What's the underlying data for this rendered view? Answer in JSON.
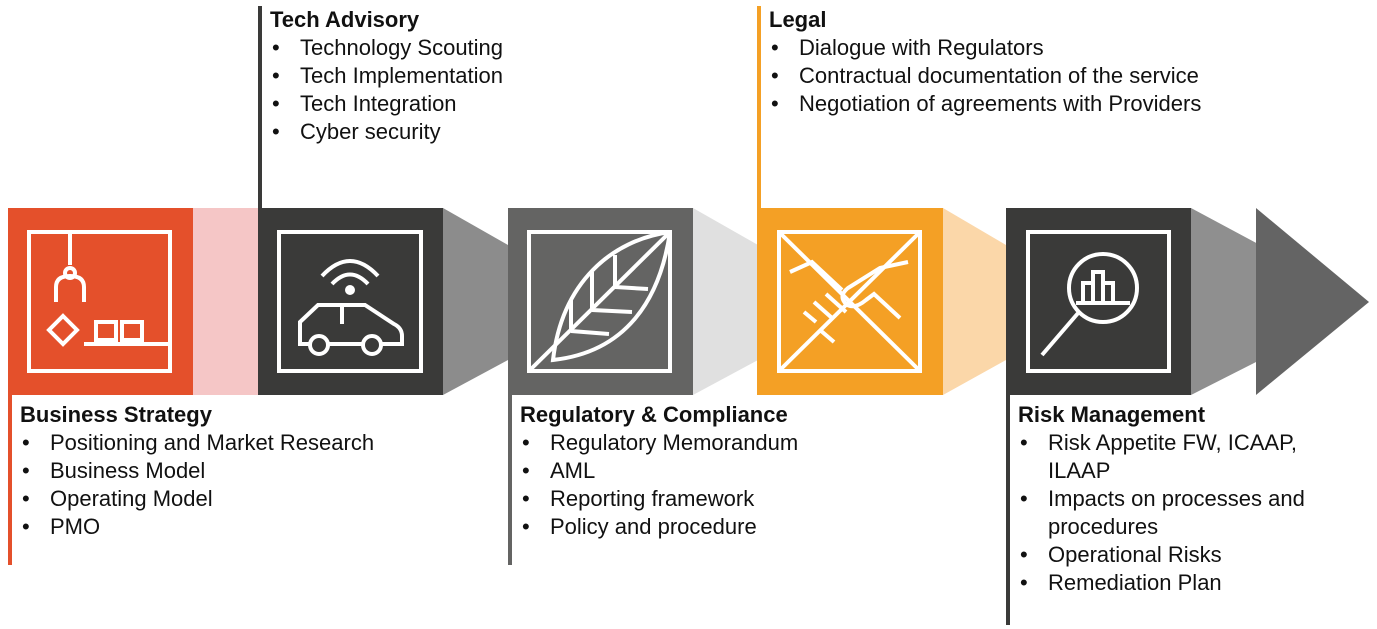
{
  "colors": {
    "orange_red": "#e4502b",
    "dark_gray": "#3a3a39",
    "mid_gray": "#646463",
    "orange": "#f4a025",
    "connector_pink": "#f5c6c6",
    "connector_gray": "#8c8c8c",
    "connector_light": "#e0e0e0",
    "connector_peach": "#fbd7a9",
    "arrow_gray": "#8f8f8f",
    "arrow_dark": "#646464"
  },
  "steps": [
    {
      "icon": "factory-robot-arm-icon",
      "color": "orange_red"
    },
    {
      "icon": "connected-car-icon",
      "color": "dark_gray"
    },
    {
      "icon": "leaf-icon",
      "color": "mid_gray"
    },
    {
      "icon": "handshake-icon",
      "color": "orange"
    },
    {
      "icon": "magnifier-chart-icon",
      "color": "dark_gray"
    }
  ],
  "sections": {
    "business_strategy": {
      "title": "Business Strategy",
      "items": [
        "Positioning and Market Research",
        "Business Model",
        "Operating Model",
        "PMO"
      ]
    },
    "tech_advisory": {
      "title": "Tech Advisory",
      "items": [
        "Technology Scouting",
        "Tech Implementation",
        "Tech Integration",
        "Cyber security"
      ]
    },
    "regulatory_compliance": {
      "title": "Regulatory & Compliance",
      "items": [
        "Regulatory Memorandum",
        "AML",
        "Reporting framework",
        "Policy and procedure"
      ]
    },
    "legal": {
      "title": "Legal",
      "items": [
        "Dialogue with Regulators",
        "Contractual documentation of the service",
        "Negotiation of agreements with Providers"
      ]
    },
    "risk_management": {
      "title": "Risk Management",
      "items": [
        "Risk Appetite FW, ICAAP, ILAAP",
        "Impacts on processes and procedures",
        "Operational Risks",
        "Remediation Plan"
      ]
    }
  }
}
